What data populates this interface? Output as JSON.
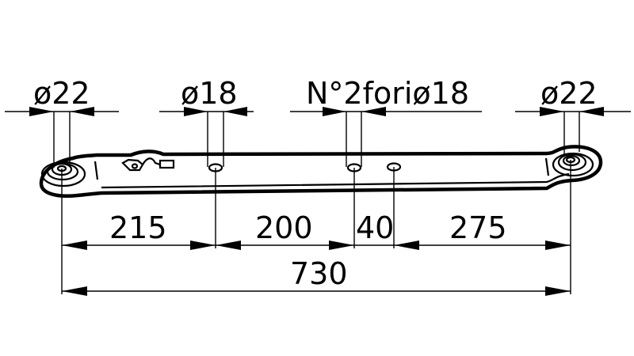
{
  "drawing": {
    "title": "Top link / lower link bar dimensioned drawing",
    "colors": {
      "line": "#000000",
      "background": "#ffffff"
    },
    "diameter_labels": {
      "left_eye": "ø22",
      "hole_1": "ø18",
      "holes_2_group": "N°2foriø18",
      "right_eye": "ø22"
    },
    "segment_dims": {
      "seg_1": "215",
      "seg_2": "200",
      "seg_3": "40",
      "seg_4": "275"
    },
    "overall_dim": "730"
  }
}
